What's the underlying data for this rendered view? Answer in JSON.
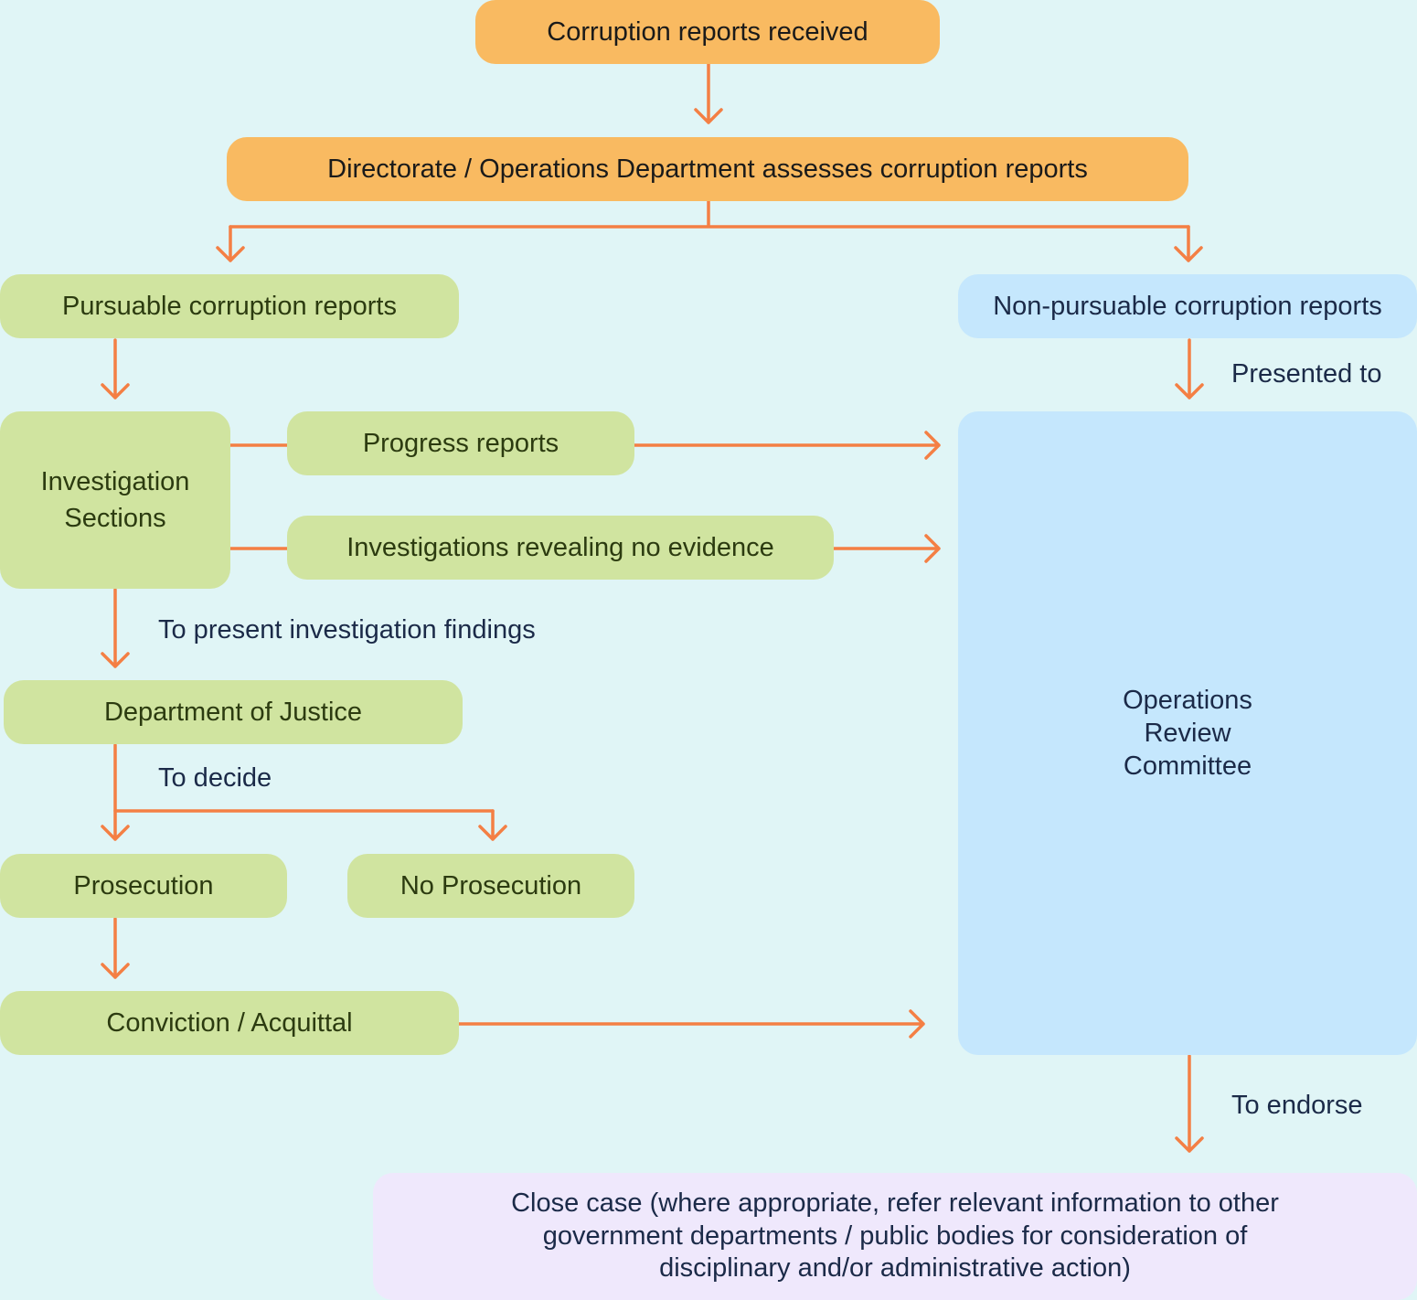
{
  "nodes": {
    "reports_received": "Corruption reports received",
    "assessment": "Directorate / Operations Department assesses corruption reports",
    "pursuable": "Pursuable corruption reports",
    "non_pursuable": "Non-pursuable corruption reports",
    "investigation_sections": "Investigation\nSections",
    "progress_reports": "Progress reports",
    "no_evidence": "Investigations revealing no evidence",
    "department_of_justice": "Department of Justice",
    "prosecution": "Prosecution",
    "no_prosecution": "No Prosecution",
    "conviction_acquittal": "Conviction / Acquittal",
    "operations_review_committee": "Operations\nReview\nCommittee",
    "close_case": "Close case (where appropriate, refer relevant information to other\ngovernment departments / public bodies for consideration of\ndisciplinary and/or administrative action)"
  },
  "edge_labels": {
    "presented_to": "Presented to",
    "present_findings": "To present investigation findings",
    "to_decide": "To decide",
    "to_endorse": "To endorse"
  },
  "colors": {
    "background": "#e0f5f6",
    "arrow": "#f47f44",
    "orange_node": "#f9ba61",
    "green_node": "#d0e4a0",
    "blue_node": "#c5e7fd",
    "purple_node": "#efe8fc"
  }
}
